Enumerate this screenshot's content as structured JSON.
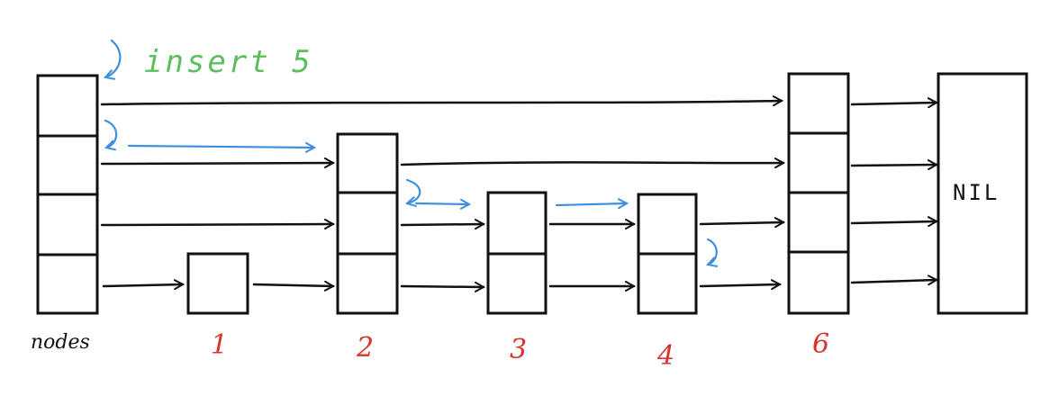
{
  "title": "insert 5",
  "header_node_label": "nodes",
  "nil_label": "NIL",
  "node_labels": [
    "1",
    "2",
    "3",
    "4",
    "6"
  ],
  "colors": {
    "ink": "#111111",
    "insert_path": "#3d8fe0",
    "title": "#5cbf5c",
    "node_key": "#d9342b"
  },
  "icons": {
    "descend": "curl-arrow-icon",
    "forward": "arrow-right-icon"
  }
}
